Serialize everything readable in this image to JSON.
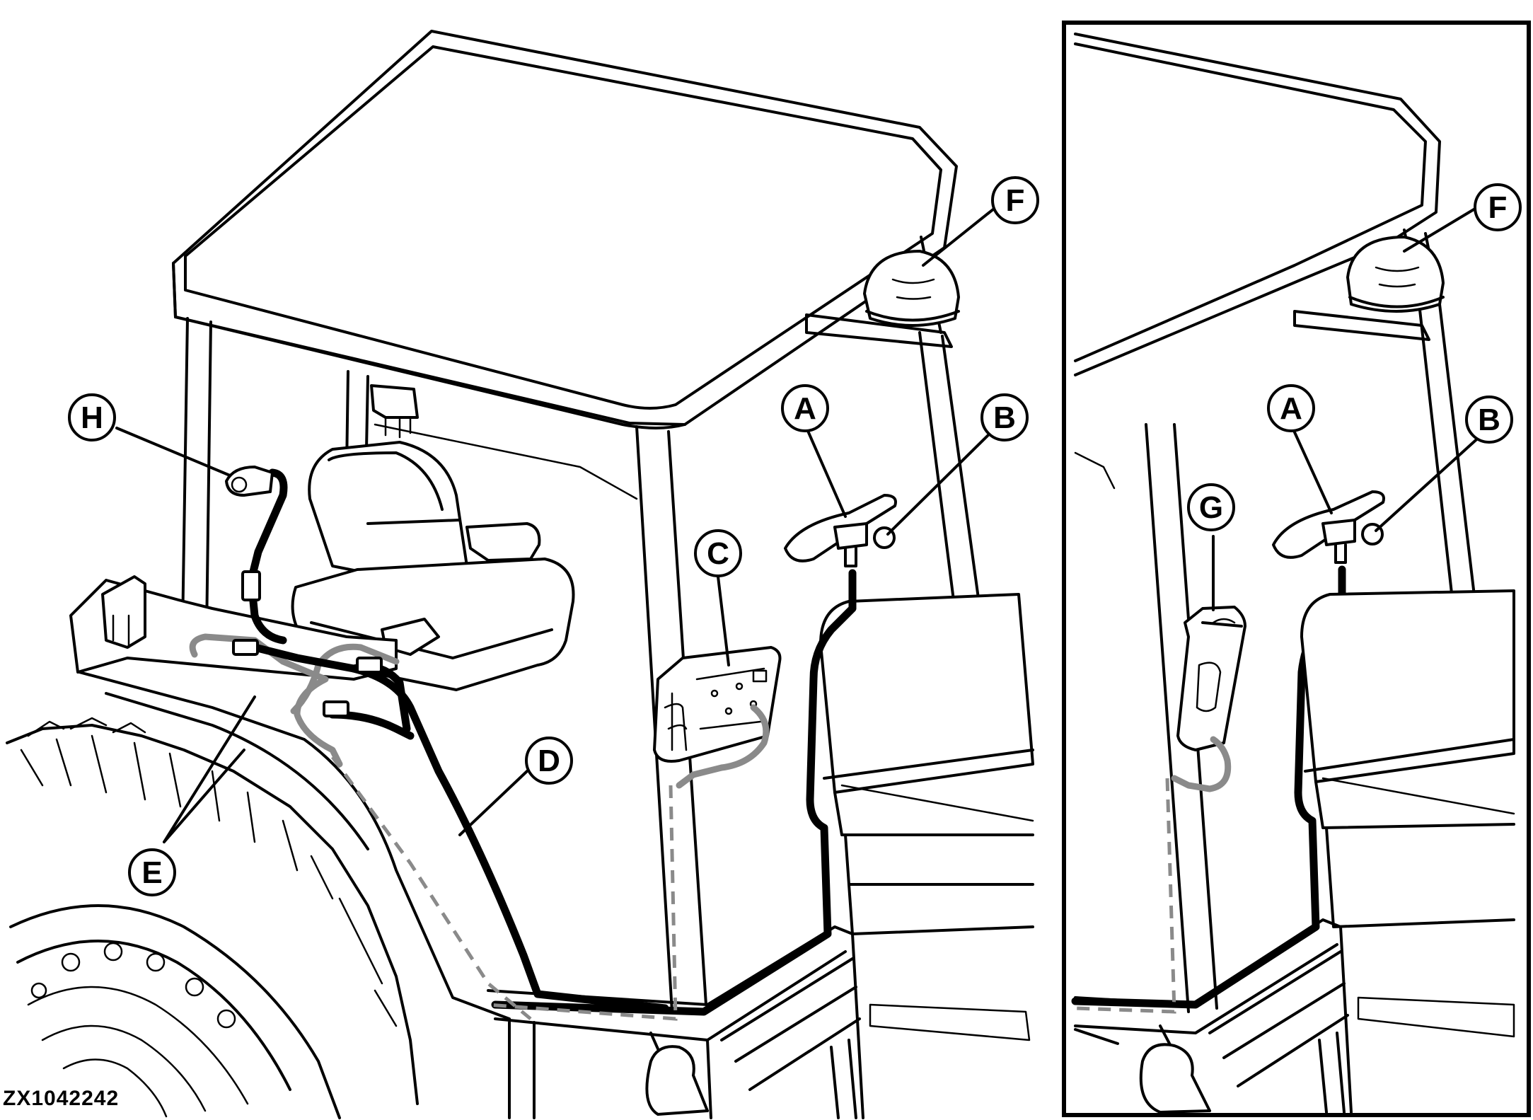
{
  "figure_id": "ZX1042242",
  "callouts": [
    {
      "id": "F",
      "label": "F"
    },
    {
      "id": "H",
      "label": "H"
    },
    {
      "id": "A",
      "label": "A"
    },
    {
      "id": "B",
      "label": "B"
    },
    {
      "id": "C",
      "label": "C"
    },
    {
      "id": "D",
      "label": "D"
    },
    {
      "id": "E",
      "label": "E"
    },
    {
      "id": "F2",
      "label": "F"
    },
    {
      "id": "A2",
      "label": "A"
    },
    {
      "id": "B2",
      "label": "B"
    },
    {
      "id": "G",
      "label": "G"
    }
  ],
  "colors": {
    "line": "#000000",
    "harness_gray": "#8a8a8a",
    "background": "#ffffff"
  }
}
